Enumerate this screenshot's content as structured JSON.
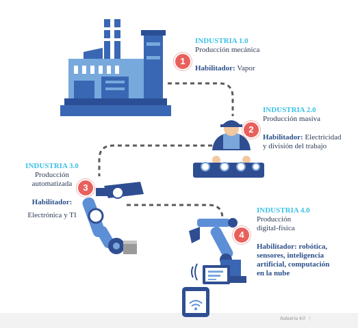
{
  "stages": [
    {
      "number": "1",
      "title": "INDUSTRIA 1.0",
      "lines": [
        "Producción mecánica"
      ],
      "enabler_label": "Habilitador:",
      "enabler_lines": [
        "Vapor"
      ]
    },
    {
      "number": "2",
      "title": "INDUSTRIA 2.0",
      "lines": [
        "Producción masiva"
      ],
      "enabler_label": "Habilitador:",
      "enabler_lines": [
        "Electricidad",
        "y división del trabajo"
      ]
    },
    {
      "number": "3",
      "title": "INDUSTRIA 3.0",
      "lines": [
        "Producción",
        "automatizada"
      ],
      "enabler_label": "Habilitador:",
      "enabler_lines": [
        "Electrónica y TI"
      ]
    },
    {
      "number": "4",
      "title": "INDUSTRIA 4.0",
      "lines": [
        "Producción",
        "digital-física"
      ],
      "enabler_label": "Habilitador:",
      "enabler_lines": [
        "robótica,",
        "sensores, inteligencia",
        "artificial, computación",
        "en la nube"
      ]
    }
  ],
  "footer": {
    "text": "Industria 4.0",
    "separator": "|"
  },
  "colors": {
    "title": "#3cc0e6",
    "enabler": "#2b4f8a",
    "badge": "#e8605c",
    "factory_dark": "#3a67b3",
    "factory_light": "#78a9dd",
    "robot_arm": "#5d8fd6",
    "conveyor": "#2f4e92",
    "path": "#5a5a5a"
  }
}
